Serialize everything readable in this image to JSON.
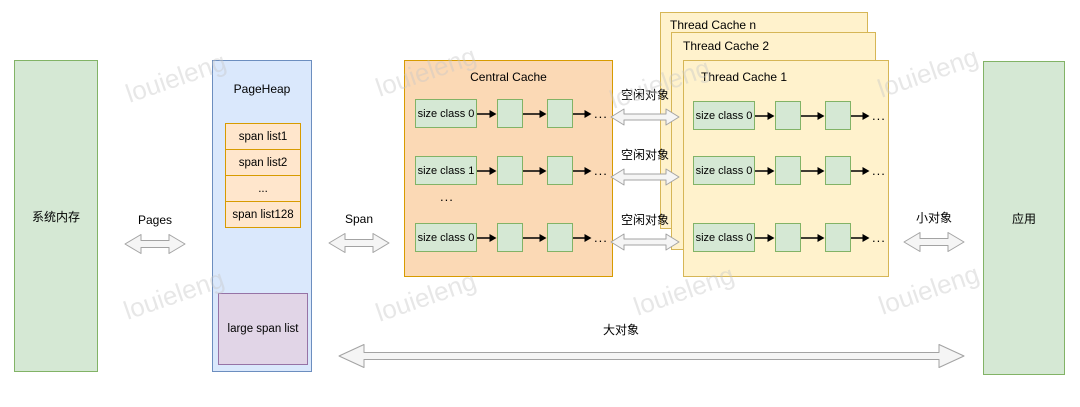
{
  "watermark": "louieleng",
  "ellipsis": "...",
  "system_memory": {
    "label": "系统内存"
  },
  "pages_link": {
    "label": "Pages"
  },
  "page_heap": {
    "title": "PageHeap",
    "span_lists": [
      "span list1",
      "span list2",
      "...",
      "span list128"
    ],
    "large_span_list": "large span list"
  },
  "span_link": {
    "label": "Span"
  },
  "central_cache": {
    "title": "Central Cache",
    "rows": [
      "size class 0",
      "size class 1",
      "size class 0"
    ],
    "mid_ellipsis": "..."
  },
  "free_objects_link": {
    "label": "空闲对象"
  },
  "thread_caches": {
    "titles": [
      "Thread Cache n",
      "Thread Cache 2",
      "Thread Cache 1"
    ],
    "rows": [
      "size class 0",
      "size class 0",
      "size class 0"
    ]
  },
  "small_object_link": {
    "label": "小对象"
  },
  "application": {
    "label": "应用"
  },
  "large_object_link": {
    "label": "大对象"
  },
  "colors": {
    "green_fill": "#D5E8D4",
    "green_border": "#82B366",
    "blue_fill": "#DAE8FC",
    "blue_border": "#6C8EBF",
    "orange_fill": "#FFE6CC",
    "orange_border": "#D79B00",
    "central_fill": "#FBD9B5",
    "yellow_fill": "#FFF2CC",
    "yellow_border": "#D6B656",
    "purple_fill": "#E1D5E7",
    "purple_border": "#9673A6",
    "gray_arrow_fill": "#F5F5F5",
    "gray_arrow_stroke": "#A3A3A3"
  }
}
